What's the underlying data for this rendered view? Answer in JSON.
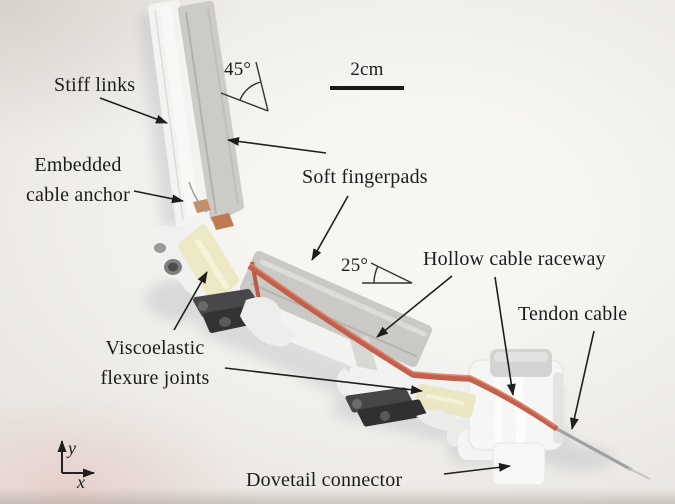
{
  "figure": {
    "labels": {
      "stiff_links": "Stiff links",
      "embedded_cable_anchor": "Embedded\ncable anchor",
      "soft_fingerpads": "Soft fingerpads",
      "hollow_cable_raceway": "Hollow cable raceway",
      "tendon_cable": "Tendon cable",
      "viscoelastic_flexure_joints": "Viscoelastic\nflexure joints",
      "dovetail_connector": "Dovetail connector"
    },
    "annotations": {
      "distal_link_angle": "45°",
      "middle_link_angle": "25°",
      "scale_bar": "2cm",
      "axis_x": "x",
      "axis_y": "y"
    },
    "colors": {
      "label_text": "#1c1c1c",
      "tendon_cable_red": "#c2604b",
      "tendon_cable_highlight": "#dd8168",
      "flexure_joint_cream": "#ece7c5",
      "fingerpad_gray": "#cac9c5",
      "link_plastic_white": "#f3f3f1",
      "clip_dark": "#424244"
    }
  }
}
